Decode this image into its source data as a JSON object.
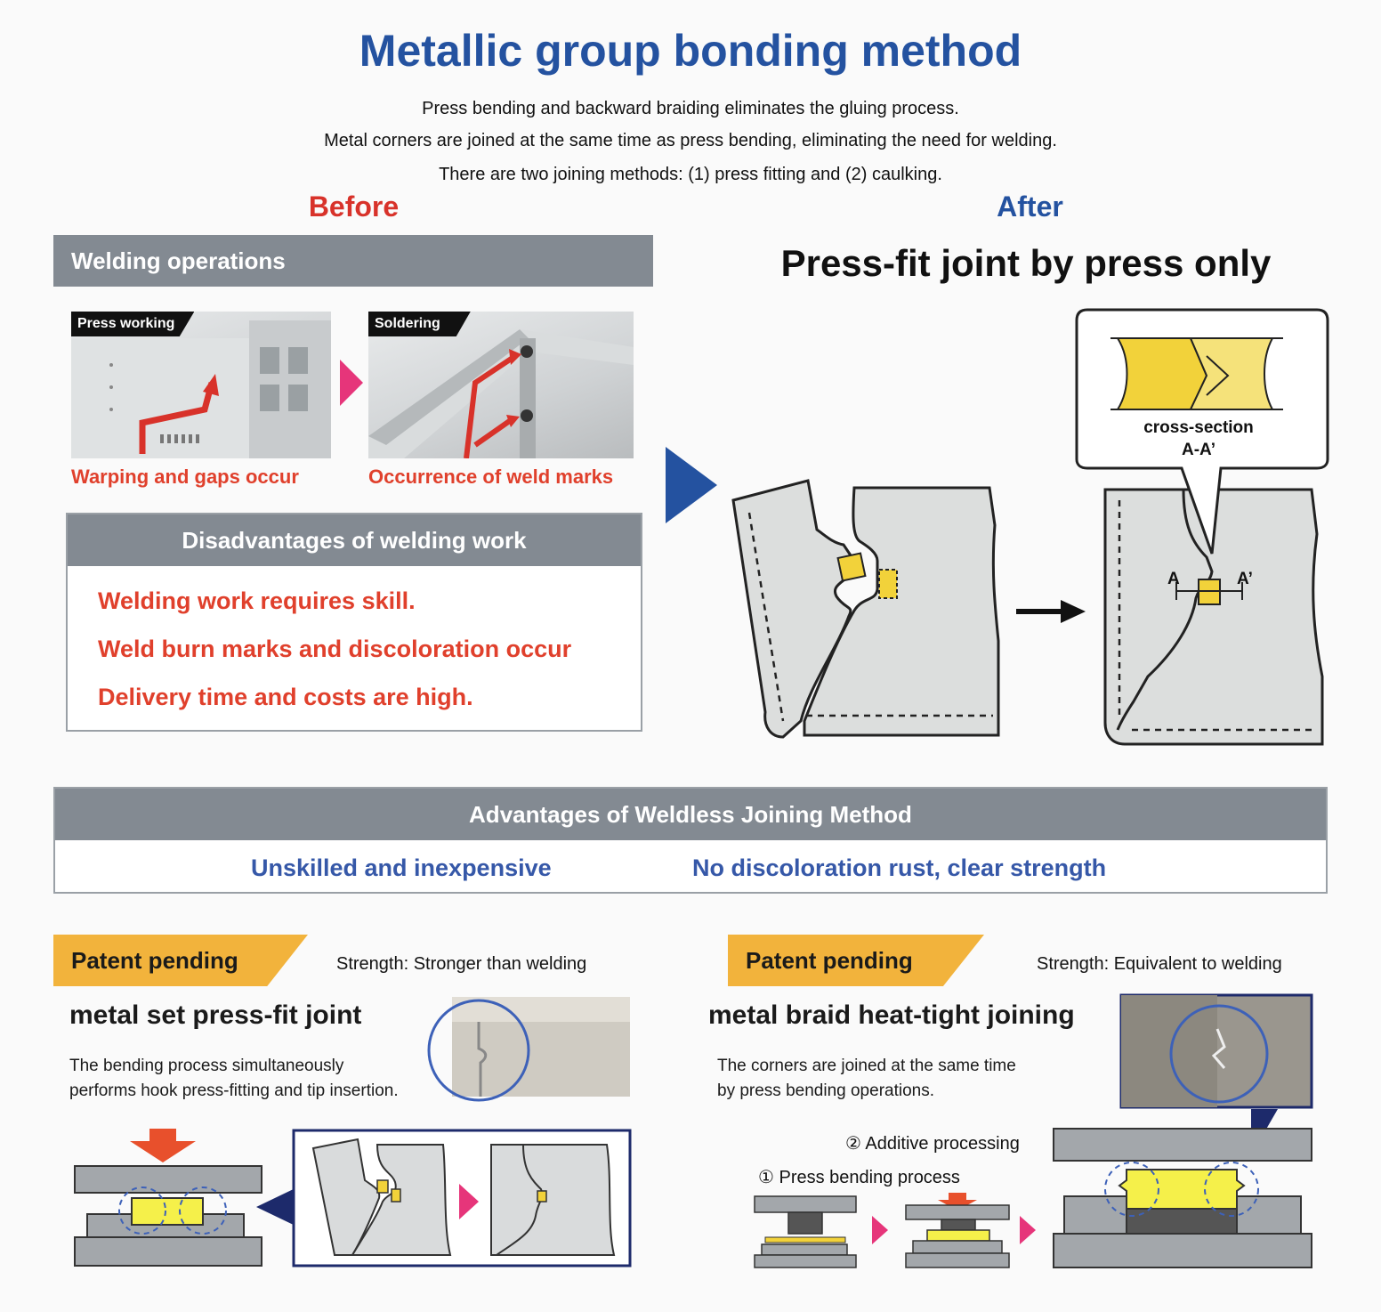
{
  "title": "Metallic group bonding method",
  "intro": [
    "Press bending and backward braiding eliminates the gluing process.",
    "Metal corners are joined at the same time as press bending, eliminating the need for welding.",
    "There are two joining methods: (1) press fitting and (2) caulking."
  ],
  "before_label": "Before",
  "after_label": "After",
  "before": {
    "header": "Welding operations",
    "photo1": {
      "tag": "Press working",
      "caption": "Warping and gaps occur"
    },
    "photo2": {
      "tag": "Soldering",
      "caption": "Occurrence of weld marks"
    },
    "disadvantages": {
      "header": "Disadvantages of welding work",
      "items": [
        "Welding work requires skill.",
        "Weld burn marks and discoloration occur",
        "Delivery time and costs are high."
      ]
    }
  },
  "after": {
    "headline": "Press-fit joint by press only",
    "callout_line1": "cross-section",
    "callout_line2": "A-A’",
    "label_a": "A",
    "label_a_prime": "A’"
  },
  "advantages": {
    "header": "Advantages of Weldless Joining Method",
    "left": "Unskilled and inexpensive",
    "right": "No discoloration rust, clear strength"
  },
  "method1": {
    "badge": "Patent pending",
    "strength": "Strength: Stronger than welding",
    "title": "metal set press-fit joint",
    "desc_line1": "The bending process simultaneously",
    "desc_line2": "performs hook press-fitting and tip insertion."
  },
  "method2": {
    "badge": "Patent pending",
    "strength": "Strength: Equivalent to welding",
    "title": "metal braid heat-tight joining",
    "desc_line1": "The corners are joined at the same time",
    "desc_line2": "by press bending operations.",
    "step2": "② Additive processing",
    "step1": "① Press bending process"
  },
  "colors": {
    "title_blue": "#2452a0",
    "before_red": "#d8322a",
    "caption_red": "#e0402c",
    "header_grey": "#838a92",
    "arrow_pink": "#e6357a",
    "arrow_blue": "#2452a0",
    "patent_orange": "#f2b33c",
    "joint_yellow": "#f2d23a",
    "advantage_blue": "#3658a8"
  }
}
